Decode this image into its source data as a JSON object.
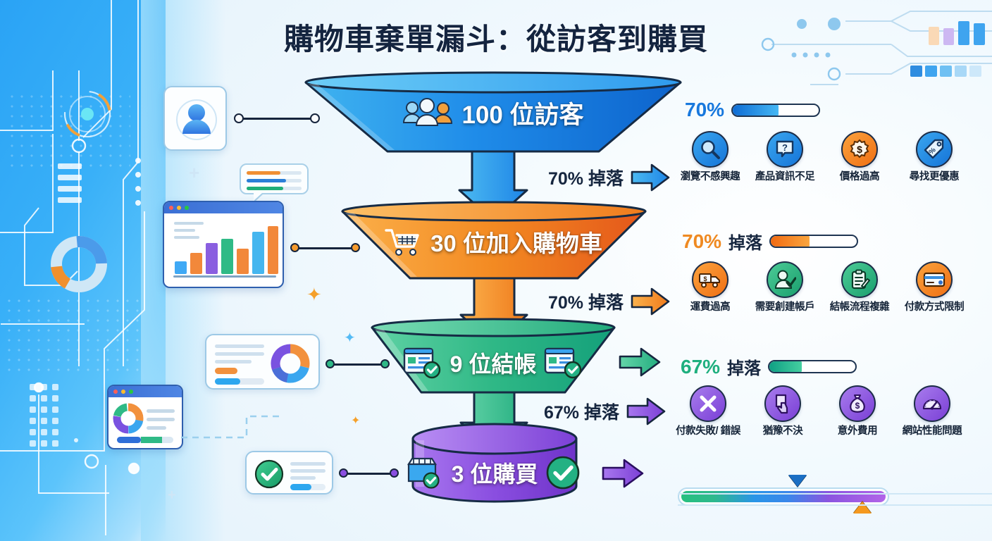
{
  "title": "購物車棄單漏斗：從訪客到購買",
  "chart_data": {
    "type": "funnel",
    "title": "購物車棄單漏斗：從訪客到購買",
    "xlabel": "",
    "ylabel": "",
    "categories": [
      "100 位訪客",
      "30 位加入購物車",
      "9 位結帳",
      "3 位購買"
    ],
    "values": [
      100,
      30,
      9,
      3
    ],
    "unit": "位",
    "drop_labels": [
      "70% 掉落",
      "70% 掉落",
      "67% 掉落"
    ],
    "drop_values": [
      70,
      70,
      67
    ],
    "stage_colors": [
      "#1f86e8",
      "#f08a22",
      "#2fb886",
      "#8a4ee0"
    ],
    "legend_position": "none",
    "grid": false
  },
  "funnel": {
    "stages": [
      {
        "id": "visitors",
        "label": "100 位訪客",
        "count": 100,
        "color": "#1f86e8",
        "color_light": "#49b8f2",
        "color_dark": "#0b63c9",
        "icon": "people-group-icon",
        "icon2": ""
      },
      {
        "id": "add-to-cart",
        "label": "30 位加入購物車",
        "count": 30,
        "color": "#f08a22",
        "color_light": "#fbb04a",
        "color_dark": "#e4571a",
        "icon": "shopping-cart-icon",
        "icon2": ""
      },
      {
        "id": "checkout",
        "label": "9 位結帳",
        "count": 9,
        "color": "#2fb886",
        "color_light": "#62d3a6",
        "color_dark": "#18a173",
        "icon": "checkout-form-check-icon",
        "icon2": "checkout-form-check-icon"
      },
      {
        "id": "purchase",
        "label": "3 位購買",
        "count": 3,
        "color": "#8a4ee0",
        "color_light": "#a877ef",
        "color_dark": "#6f33c9",
        "icon": "storefront-check-icon",
        "icon2": "green-check-circle-icon"
      }
    ],
    "drops": [
      {
        "id": "drop-1",
        "label": "70% 掉落",
        "color": "#1f86e8"
      },
      {
        "id": "drop-2",
        "label": "70% 掉落",
        "color": "#f08a22"
      },
      {
        "id": "drop-3",
        "label": "67% 掉落",
        "color": "#8a4ee0"
      }
    ]
  },
  "panels": [
    {
      "id": "panel-browse-drop",
      "pct": "70%",
      "pct_color": "#1878dd",
      "word": "",
      "bar_fill_pct": 53,
      "bar_color_a": "#0e6cd4",
      "bar_color_b": "#45b7f4",
      "arrow_color": "#1f86e8",
      "reasons": [
        {
          "label": "瀏覽不感興趣",
          "icon": "magnifier-icon",
          "fill_a": "#3aa6ef",
          "fill_b": "#1574d8"
        },
        {
          "label": "產品資訊不足",
          "icon": "question-card-icon",
          "fill_a": "#3aa6ef",
          "fill_b": "#1574d8"
        },
        {
          "label": "價格過高",
          "icon": "dollar-badge-icon",
          "fill_a": "#fba23d",
          "fill_b": "#ef6f14"
        },
        {
          "label": "尋找更優惠",
          "icon": "price-tag-icon",
          "fill_a": "#3aa6ef",
          "fill_b": "#1574d8"
        }
      ]
    },
    {
      "id": "panel-cart-drop",
      "pct": "70%",
      "pct_color": "#ef8a22",
      "word": "掉落",
      "bar_fill_pct": 45,
      "bar_color_a": "#f06a12",
      "bar_color_b": "#fba63f",
      "arrow_color": "#f08a22",
      "reasons": [
        {
          "label": "運費過高",
          "icon": "shipping-truck-dollar-icon",
          "fill_a": "#fba23d",
          "fill_b": "#ef6f14"
        },
        {
          "label": "需要創建帳戶",
          "icon": "user-check-icon",
          "fill_a": "#4ccb96",
          "fill_b": "#1a9f6e"
        },
        {
          "label": "結帳流程複雜",
          "icon": "clipboard-pen-icon",
          "fill_a": "#4ccb96",
          "fill_b": "#1a9f6e"
        },
        {
          "label": "付款方式限制",
          "icon": "credit-card-icon",
          "fill_a": "#fba23d",
          "fill_b": "#ef6f14"
        }
      ]
    },
    {
      "id": "panel-checkout-drop",
      "pct": "67%",
      "pct_color": "#1eaf7e",
      "word": "掉落",
      "bar_fill_pct": 38,
      "bar_color_a": "#0f9f84",
      "bar_color_b": "#45cfa0",
      "arrow_color": "#2fb886",
      "reasons": [
        {
          "label": "付款失敗/ 錯誤",
          "icon": "x-cross-icon",
          "fill_a": "#a87ced",
          "fill_b": "#7a3fd6"
        },
        {
          "label": "猶豫不決",
          "icon": "hand-tap-icon",
          "fill_a": "#a87ced",
          "fill_b": "#7a3fd6"
        },
        {
          "label": "意外費用",
          "icon": "money-bag-icon",
          "fill_a": "#a87ced",
          "fill_b": "#7a3fd6"
        },
        {
          "label": "網站性能問題",
          "icon": "speed-gauge-icon",
          "fill_a": "#a87ced",
          "fill_b": "#7a3fd6"
        }
      ]
    }
  ],
  "bottom_bar": {
    "segments": [
      "#27c07f",
      "#2a95e8",
      "#8b55e0"
    ],
    "marker_down_color": "#1b6fc4",
    "marker_up_color": "#f5991f"
  },
  "decor": {
    "avatar_card": "user-avatar-card",
    "chat_bubble": "chat-bubble-card",
    "bar_chart_window": "bar-chart-window",
    "donut_card": "donut-chart-card",
    "donut_window": "donut-chart-window",
    "success_card": "success-check-card",
    "bar_chart_values": [
      18,
      36,
      56,
      68,
      46,
      80,
      95
    ],
    "bar_chart_colors": [
      "#3fa9f5",
      "#f2883a",
      "#8a5fe0",
      "#2fba86",
      "#f2883a",
      "#45b6ef",
      "#f2883a"
    ],
    "donut_slices": [
      {
        "color": "#f2913d",
        "value": 30
      },
      {
        "color": "#3aa6ef",
        "value": 25
      },
      {
        "color": "#7a52e0",
        "value": 25
      },
      {
        "color": "#f2c07a",
        "value": 20
      }
    ]
  }
}
